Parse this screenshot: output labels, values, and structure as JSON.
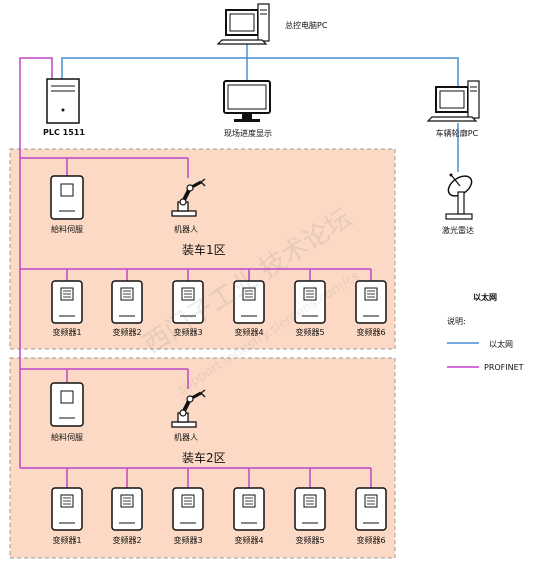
{
  "nodes": {
    "master_pc": "总控电脑PC",
    "plc": "PLC 1511",
    "monitor": "现场进度显示",
    "vehicle_pc": "车辆轮廓PC",
    "lidar": "激光雷达"
  },
  "zones": [
    {
      "name": "装车1区",
      "servo": "給料伺服",
      "robot": "机器人",
      "drives": [
        "变频器1",
        "变频器2",
        "变频器3",
        "变频器4",
        "变频器5",
        "变频器6"
      ]
    },
    {
      "name": "装车2区",
      "servo": "給料伺服",
      "robot": "机器人",
      "drives": [
        "变频器1",
        "变频器2",
        "变频器3",
        "变频器4",
        "变频器5",
        "变频器6"
      ]
    }
  ],
  "legend": {
    "title": "以太网",
    "heading": "说明:",
    "items": [
      {
        "label": "以太网",
        "color": "#4a8ed0"
      },
      {
        "label": "PROFINET",
        "color": "#c044c8"
      }
    ]
  },
  "colors": {
    "ethernet": "#4a8ed0",
    "profinet": "#c044c8",
    "zone_fill": "#fbd9c4",
    "zone_border": "#9a9a9a"
  },
  "watermark": {
    "main": "西门子工业 技术论坛",
    "sub": "support.industry.siemens.com/cs"
  }
}
